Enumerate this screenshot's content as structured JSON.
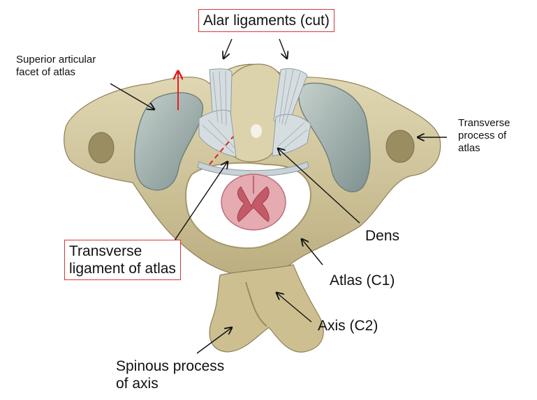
{
  "labels": {
    "alar_ligaments": "Alar ligaments (cut)",
    "superior_facet": [
      "Superior articular",
      "facet of atlas"
    ],
    "transverse_process": [
      "Transverse",
      "process of",
      "atlas"
    ],
    "dens": "Dens",
    "transverse_ligament": [
      "Transverse",
      "ligament of atlas"
    ],
    "atlas": "Atlas (C1)",
    "axis": "Axis (C2)",
    "spinous_process": [
      "Spinous process",
      "of axis"
    ]
  },
  "colors": {
    "bone": "#d8cfa8",
    "bone_shadow": "#a99c70",
    "cartilage": "#9fb0ad",
    "ligament": "#cfd8dc",
    "spinal_cord": "#e3a5ad",
    "highlight_box": "#d93636",
    "arrow_red": "#e02020"
  }
}
